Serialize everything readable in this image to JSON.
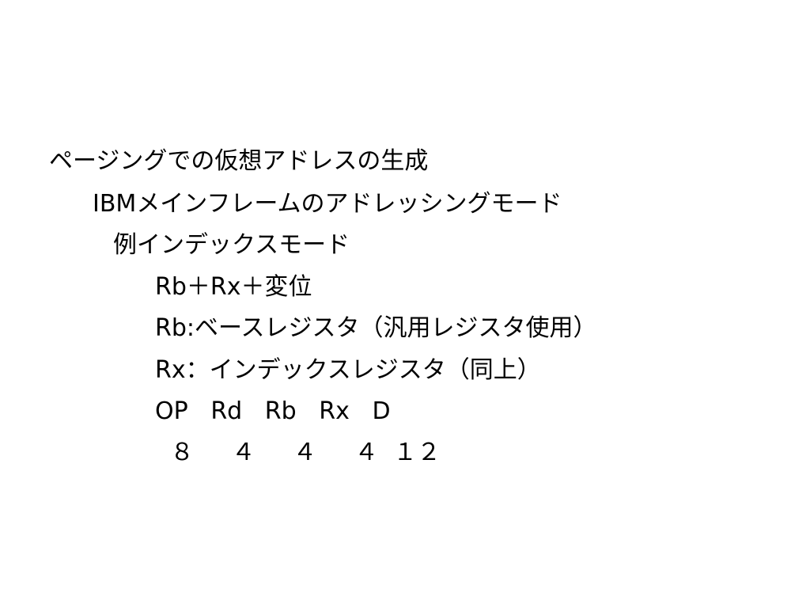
{
  "slide": {
    "lines": [
      "ページングでの仮想アドレスの生成",
      "IBMメインフレームのアドレッシングモード",
      "例インデックスモード",
      "Rb＋Rx＋変位",
      "Rb:ベースレジスタ（汎用レジスタ使用）",
      "Rx：インデックスレジスタ（同上）",
      "OP   Rd   Rb   Rx   D",
      "  ８     ４     ４     ４  １２"
    ]
  }
}
